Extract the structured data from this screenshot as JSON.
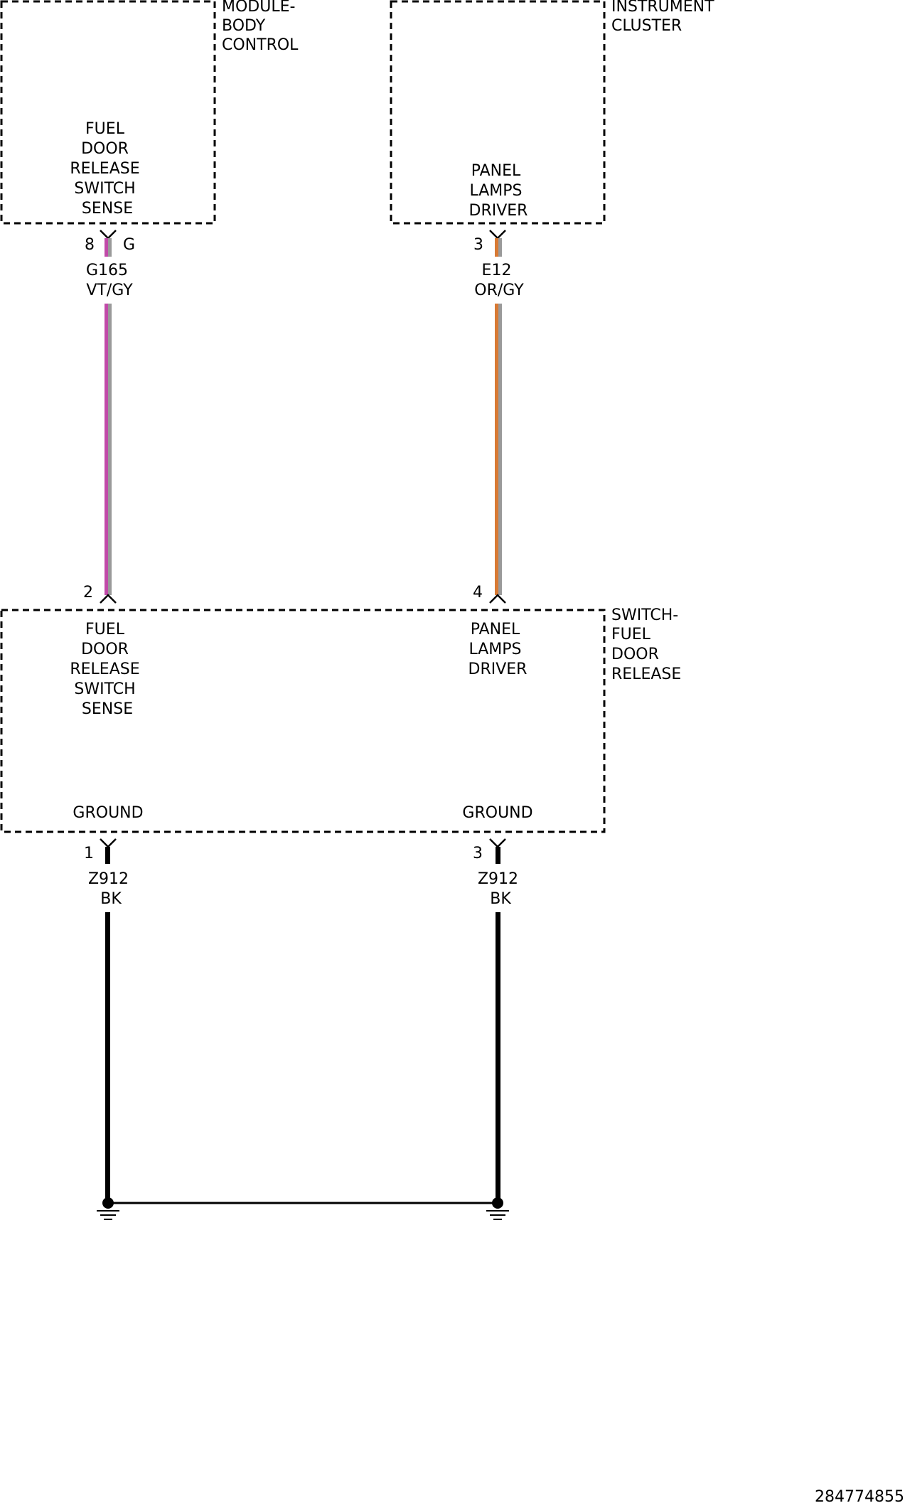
{
  "colors": {
    "violet": "#c04aa8",
    "orange": "#d87a34",
    "gray": "#9a9a9a",
    "black": "#000000"
  },
  "modules": {
    "body_control": {
      "title": [
        "MODULE-",
        "BODY",
        "CONTROL"
      ],
      "pin_label": [
        "FUEL",
        "DOOR",
        "RELEASE",
        "SWITCH",
        "SENSE"
      ]
    },
    "instrument_cluster": {
      "title": [
        "INSTRUMENT",
        "CLUSTER"
      ],
      "pin_label": [
        "PANEL",
        "LAMPS",
        "DRIVER"
      ]
    },
    "fuel_door_switch": {
      "title": [
        "SWITCH-",
        "FUEL",
        "DOOR",
        "RELEASE"
      ],
      "pin_label_left": [
        "FUEL",
        "DOOR",
        "RELEASE",
        "SWITCH",
        "SENSE"
      ],
      "pin_label_right": [
        "PANEL",
        "LAMPS",
        "DRIVER"
      ],
      "ground_left": "GROUND",
      "ground_right": "GROUND"
    }
  },
  "connectors": {
    "bcm_pin": "8",
    "bcm_connector": "G",
    "ic_pin": "3",
    "switch_pin_left": "2",
    "switch_pin_right": "4",
    "switch_ground_left_pin": "1",
    "switch_ground_right_pin": "3"
  },
  "wires": {
    "sense": {
      "circuit": "G165",
      "color_code": "VT/GY"
    },
    "lamps": {
      "circuit": "E12",
      "color_code": "OR/GY"
    },
    "ground_left": {
      "circuit": "Z912",
      "color_code": "BK"
    },
    "ground_right": {
      "circuit": "Z912",
      "color_code": "BK"
    }
  },
  "figure_id": "284774855"
}
